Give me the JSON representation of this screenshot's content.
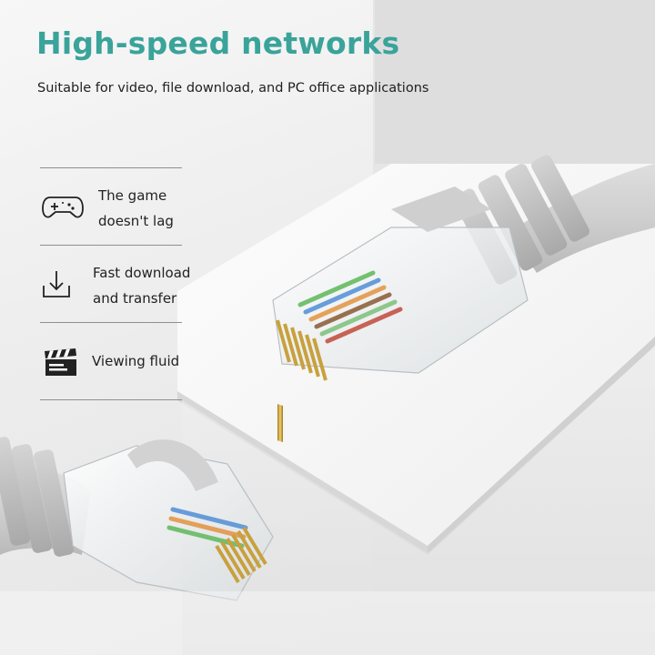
{
  "headline": "High-speed networks",
  "subline": "Suitable for video, file download, and PC office applications",
  "features": [
    {
      "icon": "gamepad-icon",
      "lines": [
        "The game",
        "doesn't lag"
      ]
    },
    {
      "icon": "download-icon",
      "lines": [
        "Fast download",
        "and transfer"
      ]
    },
    {
      "icon": "clapperboard-icon",
      "lines": [
        "Viewing fluid"
      ]
    }
  ],
  "colors": {
    "accent": "#3aa39a",
    "text": "#1f1f1f",
    "divider": "#8f8f8f",
    "cable": "#c9c9c9"
  }
}
